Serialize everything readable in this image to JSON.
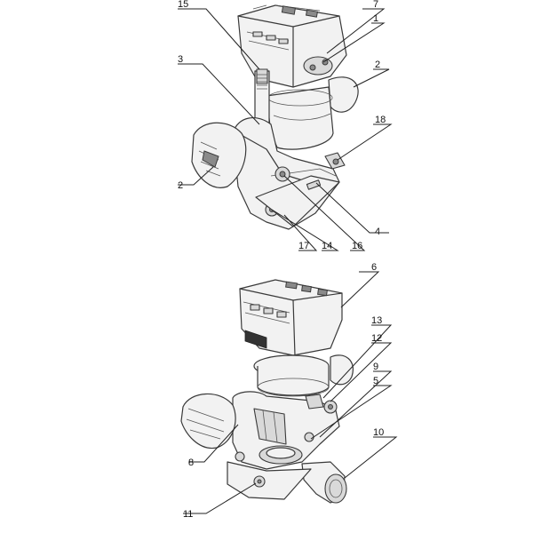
{
  "diagram": {
    "top_view_callouts": [
      "15",
      "7",
      "1",
      "3",
      "2",
      "18",
      "2",
      "4",
      "17",
      "14",
      "16"
    ],
    "bottom_view_callouts": [
      "6",
      "13",
      "12",
      "9",
      "5",
      "8",
      "10",
      "11"
    ]
  }
}
